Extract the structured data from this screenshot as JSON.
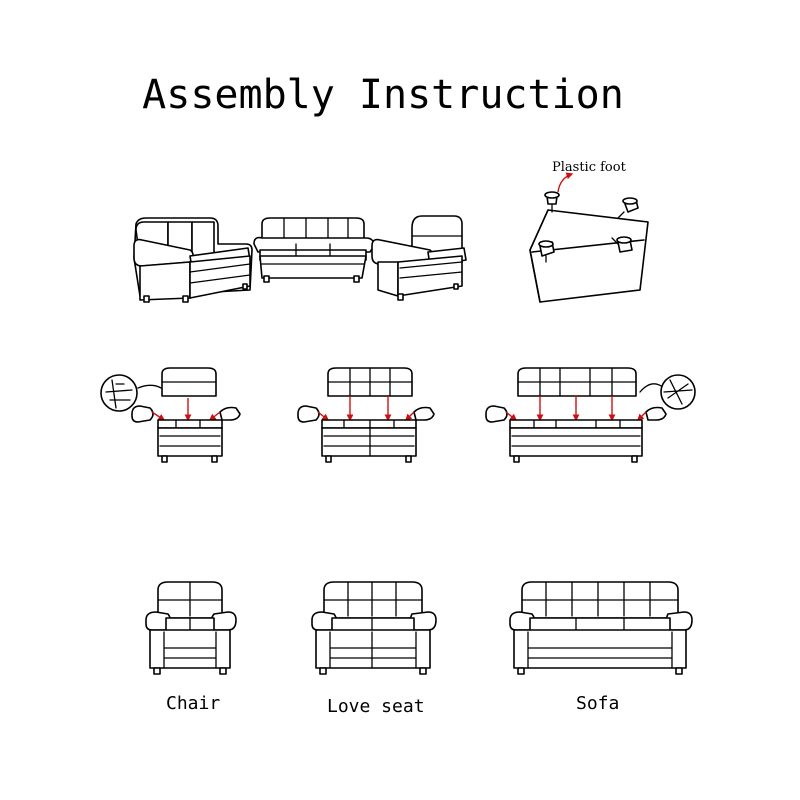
{
  "title": "Assembly Instruction",
  "labels": {
    "plastic_foot": "Plastic foot"
  },
  "captions": {
    "chair": "Chair",
    "loveseat": "Love seat",
    "sofa": "Sofa"
  },
  "colors": {
    "line": "#000000",
    "arrow": "#d01010",
    "background": "#ffffff"
  }
}
